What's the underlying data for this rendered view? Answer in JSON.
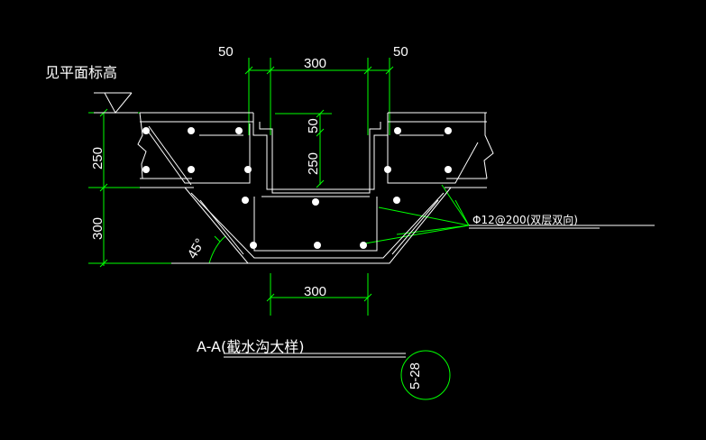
{
  "drawing": {
    "elevation_note": "见平面标高",
    "dims": {
      "top_left_offset": "50",
      "top_width": "300",
      "top_right_offset": "50",
      "slab_thickness": "250",
      "inner_offset": "50",
      "inner_depth": "250",
      "lower_depth": "300",
      "bottom_width": "300"
    },
    "angle_label": "45°",
    "rebar_note": "Φ12@200(双层双向)",
    "section_title": "A-A(截水沟大样)",
    "detail_badge": "5-28",
    "colors": {
      "background": "#000000",
      "dimension": "#00ff00",
      "outline": "#ffffff",
      "text": "#ffffff"
    }
  }
}
